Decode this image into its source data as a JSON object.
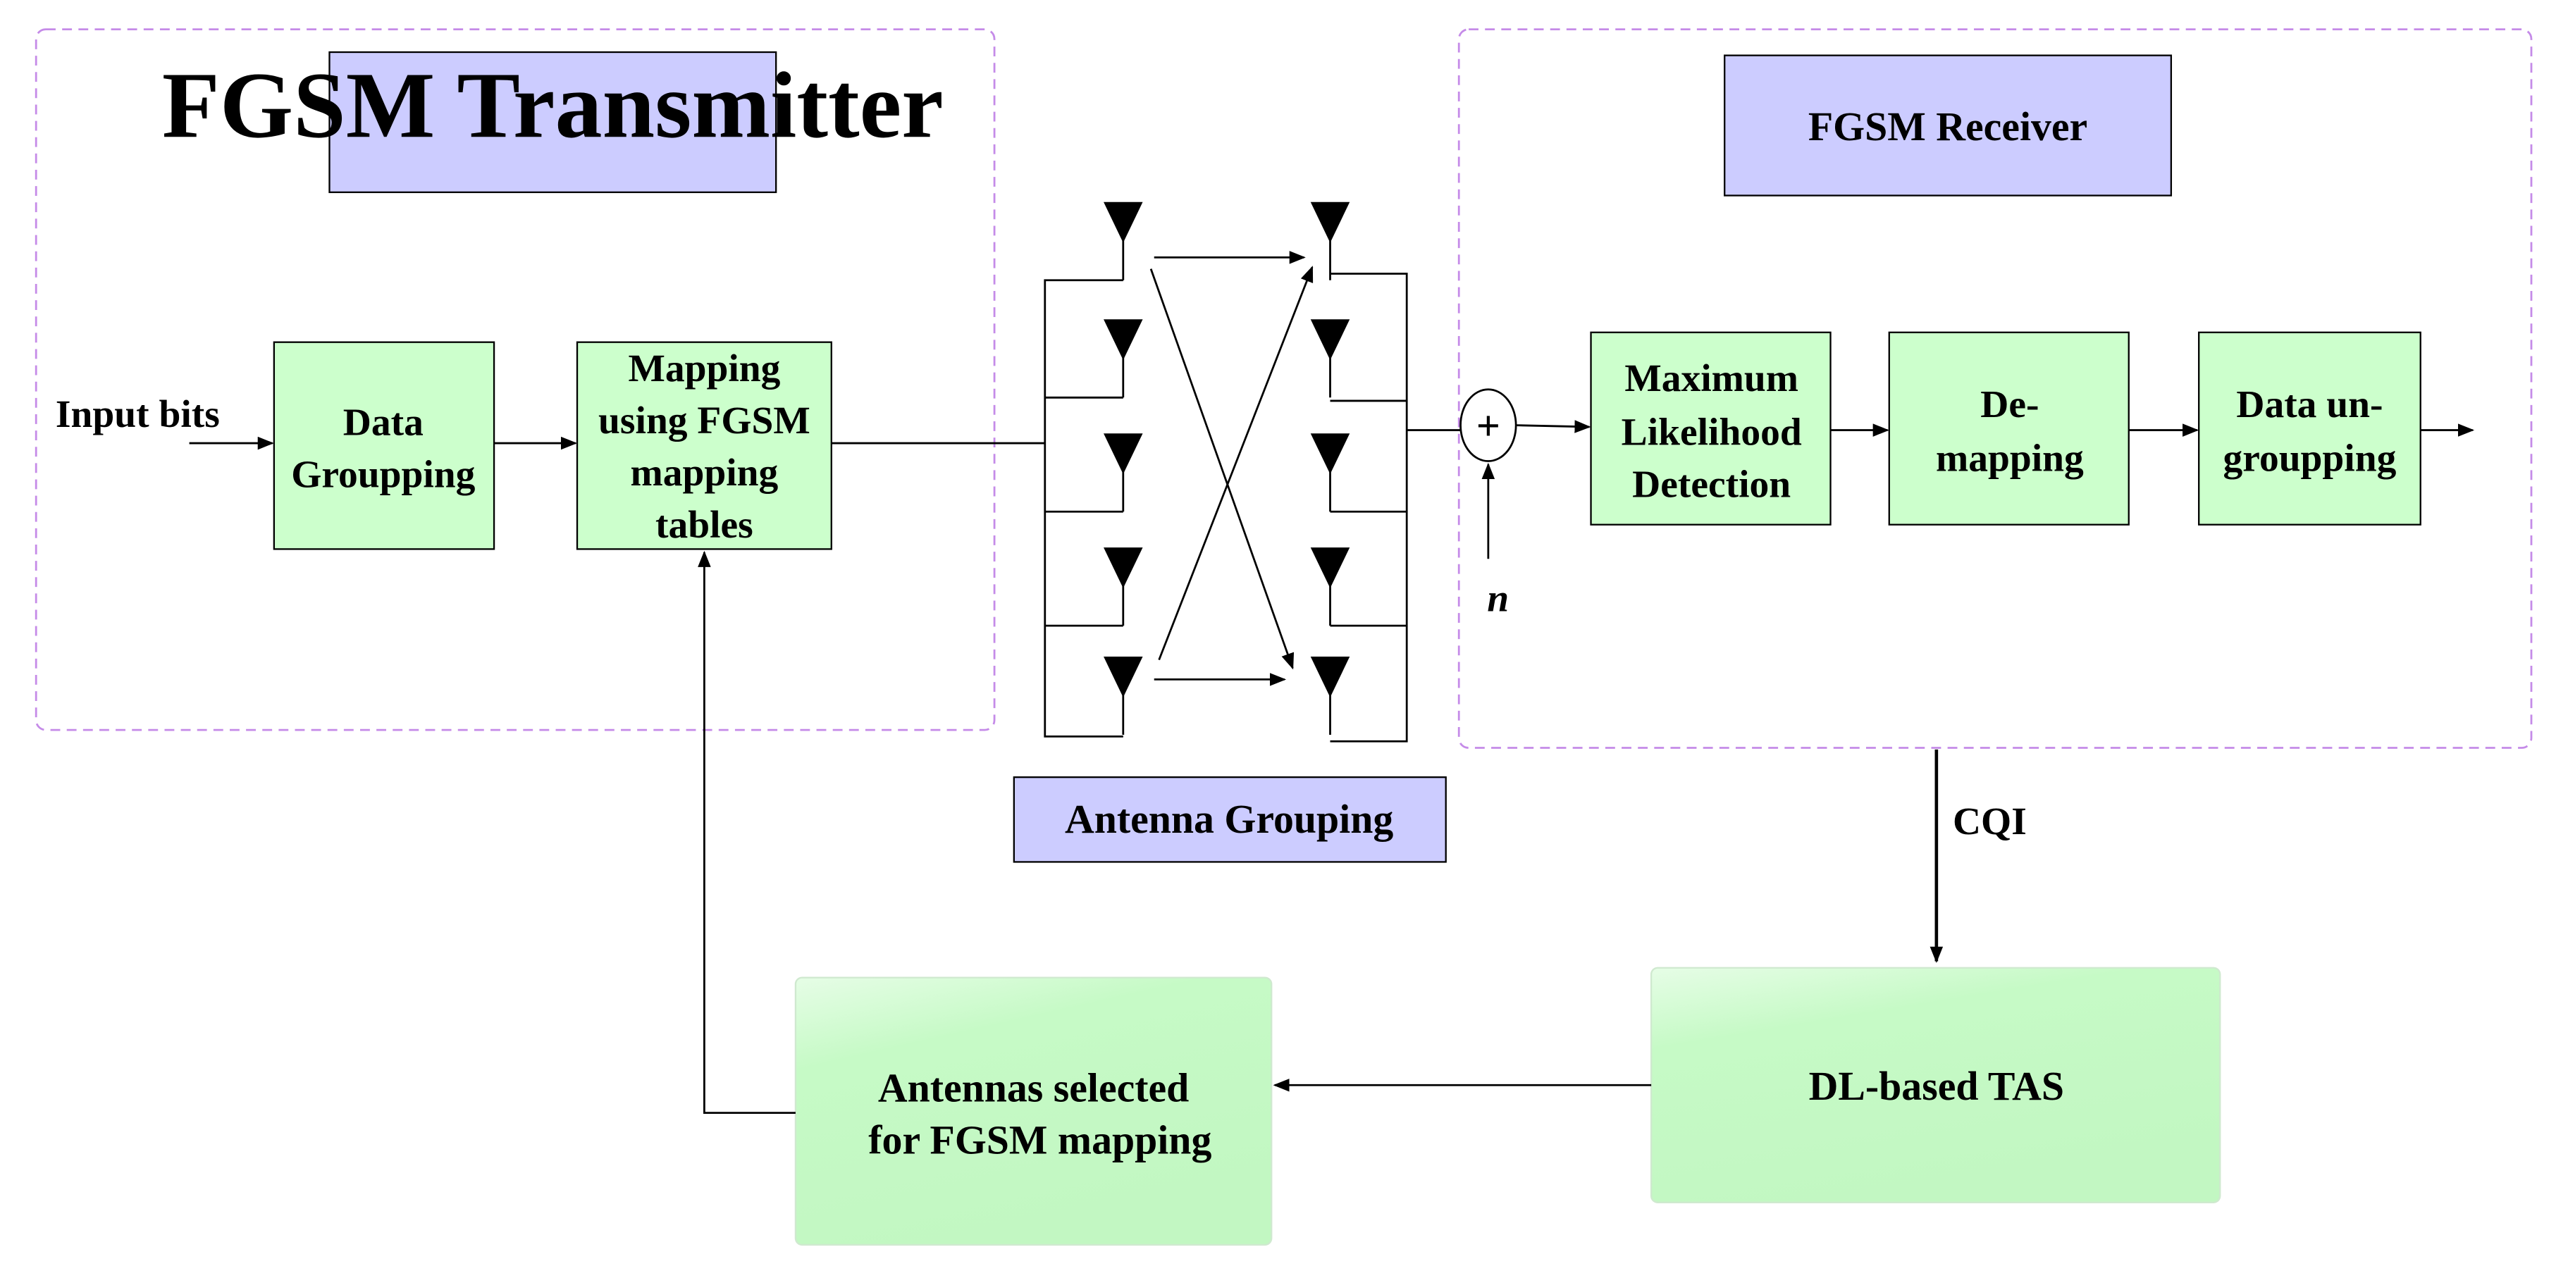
{
  "colors": {
    "title_box_fill": "#ccccff",
    "process_box_fill": "#ccffcc",
    "glossy_box_fill": "#c4f9c4",
    "dashed_border": "#c58be8",
    "line": "#000000"
  },
  "transmitter": {
    "title": "FGSM Transmitter",
    "input_label": "Input bits",
    "data_grouping": [
      "Data",
      "Groupping"
    ],
    "mapping": [
      "Mapping",
      "using FGSM",
      "mapping",
      "tables"
    ]
  },
  "antenna": {
    "label": "Antenna Grouping",
    "icon": "antenna-icon",
    "count_per_side": 5
  },
  "receiver": {
    "title": "FGSM Receiver",
    "adder_symbol": "+",
    "noise_label": "n",
    "ml_detection": [
      "Maximum",
      "Likelihood",
      "Detection"
    ],
    "demapping": [
      "De-",
      "mapping"
    ],
    "ungrouping": [
      "Data un-",
      "groupping"
    ]
  },
  "feedback": {
    "cqi_label": "CQI",
    "tas_label": "DL-based TAS",
    "selected": [
      "Antennas selected",
      "for FGSM mapping"
    ]
  }
}
